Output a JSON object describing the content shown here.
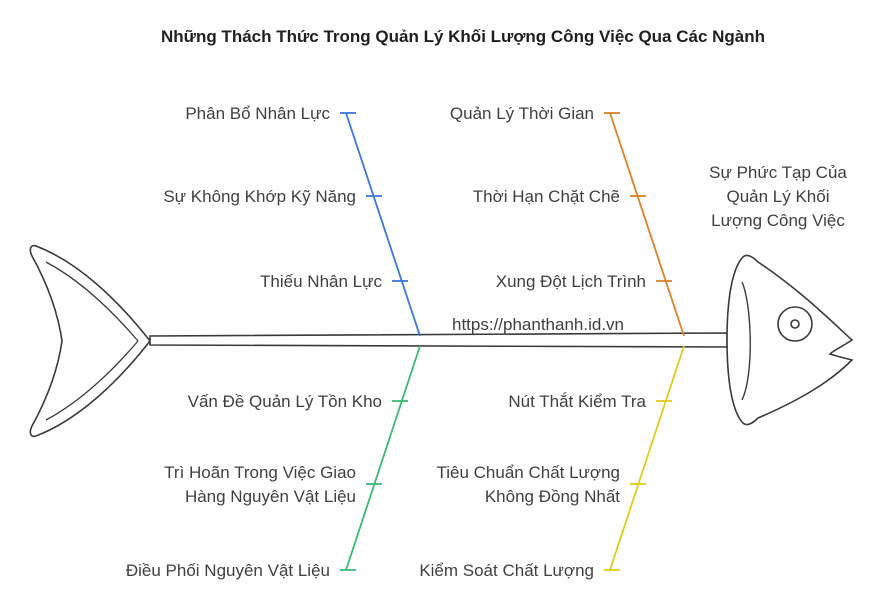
{
  "title": "Những Thách Thức Trong Quản Lý Khối Lượng Công Việc Qua Các Ngành",
  "head_label": [
    "Sự Phức Tạp Của",
    "Quản Lý Khối",
    "Lượng Công Việc"
  ],
  "watermark": "https://phanthanh.id.vn",
  "branches": [
    {
      "id": "top-left",
      "color": "#3b76e0",
      "causes": [
        [
          "Phân Bổ Nhân Lực"
        ],
        [
          "Sự Không Khớp Kỹ Năng"
        ],
        [
          "Thiếu Nhân Lực"
        ]
      ]
    },
    {
      "id": "top-right",
      "color": "#d9822b",
      "causes": [
        [
          "Quản Lý Thời Gian"
        ],
        [
          "Thời Hạn Chặt Chẽ"
        ],
        [
          "Xung Đột Lịch Trình"
        ]
      ]
    },
    {
      "id": "bottom-left",
      "color": "#3cb878",
      "causes": [
        [
          "Vấn Đề Quản Lý Tồn Kho"
        ],
        [
          "Trì Hoãn Trong Việc Giao",
          "Hàng Nguyên Vật Liệu"
        ],
        [
          "Điều Phối Nguyên Vật Liệu"
        ]
      ]
    },
    {
      "id": "bottom-right",
      "color": "#e0cc1f",
      "causes": [
        [
          "Nút Thắt Kiểm Tra"
        ],
        [
          "Tiêu Chuẩn Chất Lượng",
          "Không Đồng Nhất"
        ],
        [
          "Kiểm Soát Chất Lượng"
        ]
      ]
    }
  ]
}
